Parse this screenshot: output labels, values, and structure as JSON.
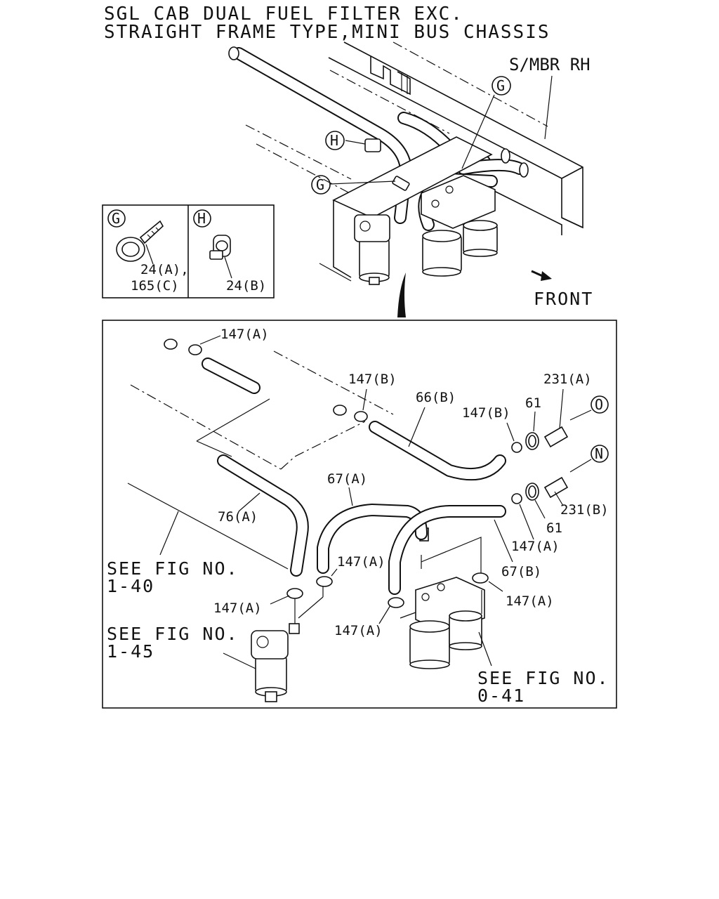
{
  "title": {
    "line1": "SGL CAB DUAL FUEL FILTER EXC.",
    "line2": "STRAIGHT FRAME TYPE,MINI BUS CHASSIS"
  },
  "top": {
    "side_member": "S/MBR RH",
    "front": "FRONT",
    "callout_g": "G",
    "callout_h": "H"
  },
  "inset": {
    "g_marker": "G",
    "h_marker": "H",
    "g_part_line1": "24(A),",
    "g_part_line2": "165(C)",
    "h_part": "24(B)"
  },
  "detail": {
    "labels": {
      "p147a_top": "147(A)",
      "p147b_mid": "147(B)",
      "p66b": "66(B)",
      "p147b_right": "147(B)",
      "p61_top": "61",
      "p231a": "231(A)",
      "conn_o": "O",
      "conn_n": "N",
      "p67a": "67(A)",
      "p76a": "76(A)",
      "p231b": "231(B)",
      "p61_bot": "61",
      "p147a_right": "147(A)",
      "p147a_center": "147(A)",
      "p67b": "67(B)",
      "p147a_left": "147(A)",
      "p147a_farright": "147(A)",
      "p147a_bottom": "147(A)"
    },
    "refs": {
      "ref1_line1": "SEE FIG NO.",
      "ref1_line2": "1-40",
      "ref2_line1": "SEE FIG NO.",
      "ref2_line2": "1-45",
      "ref3_line1": "SEE FIG NO.",
      "ref3_line2": "0-41"
    }
  }
}
